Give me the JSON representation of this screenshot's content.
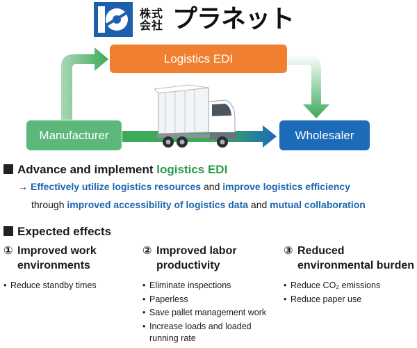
{
  "logo": {
    "text_small": "株式会社",
    "text_big": "プラネット"
  },
  "diagram": {
    "edi_label": "Logistics EDI",
    "manufacturer_label": "Manufacturer",
    "wholesaler_label": "Wholesaler",
    "colors": {
      "edi": "#f08030",
      "manufacturer": "#5cb87a",
      "wholesaler": "#1c6bb8",
      "logo_blue": "#1c5fad"
    }
  },
  "section1": {
    "heading_prefix": "Advance and implement ",
    "heading_highlight": "logistics EDI",
    "arrow": "→",
    "line1_a": "Effectively utilize logistics resources",
    "line1_b": " and ",
    "line1_c": "improve logistics efficiency",
    "line2_a": "through ",
    "line2_b": "improved accessibility of logistics data",
    "line2_c": " and ",
    "line2_d": "mutual collaboration"
  },
  "section2": {
    "heading": "Expected effects",
    "effects": [
      {
        "num": "①",
        "title1": "Improved work",
        "title2": "environments",
        "items": [
          "Reduce standby times"
        ]
      },
      {
        "num": "②",
        "title1": "Improved labor",
        "title2": "productivity",
        "items": [
          "Eliminate inspections",
          "Paperless",
          "Save pallet management work",
          "Increase loads and loaded running rate"
        ]
      },
      {
        "num": "③",
        "title1": "Reduced",
        "title2": "environmental burden",
        "items": [
          "Reduce CO₂ emissions",
          "Reduce paper use"
        ]
      }
    ]
  }
}
